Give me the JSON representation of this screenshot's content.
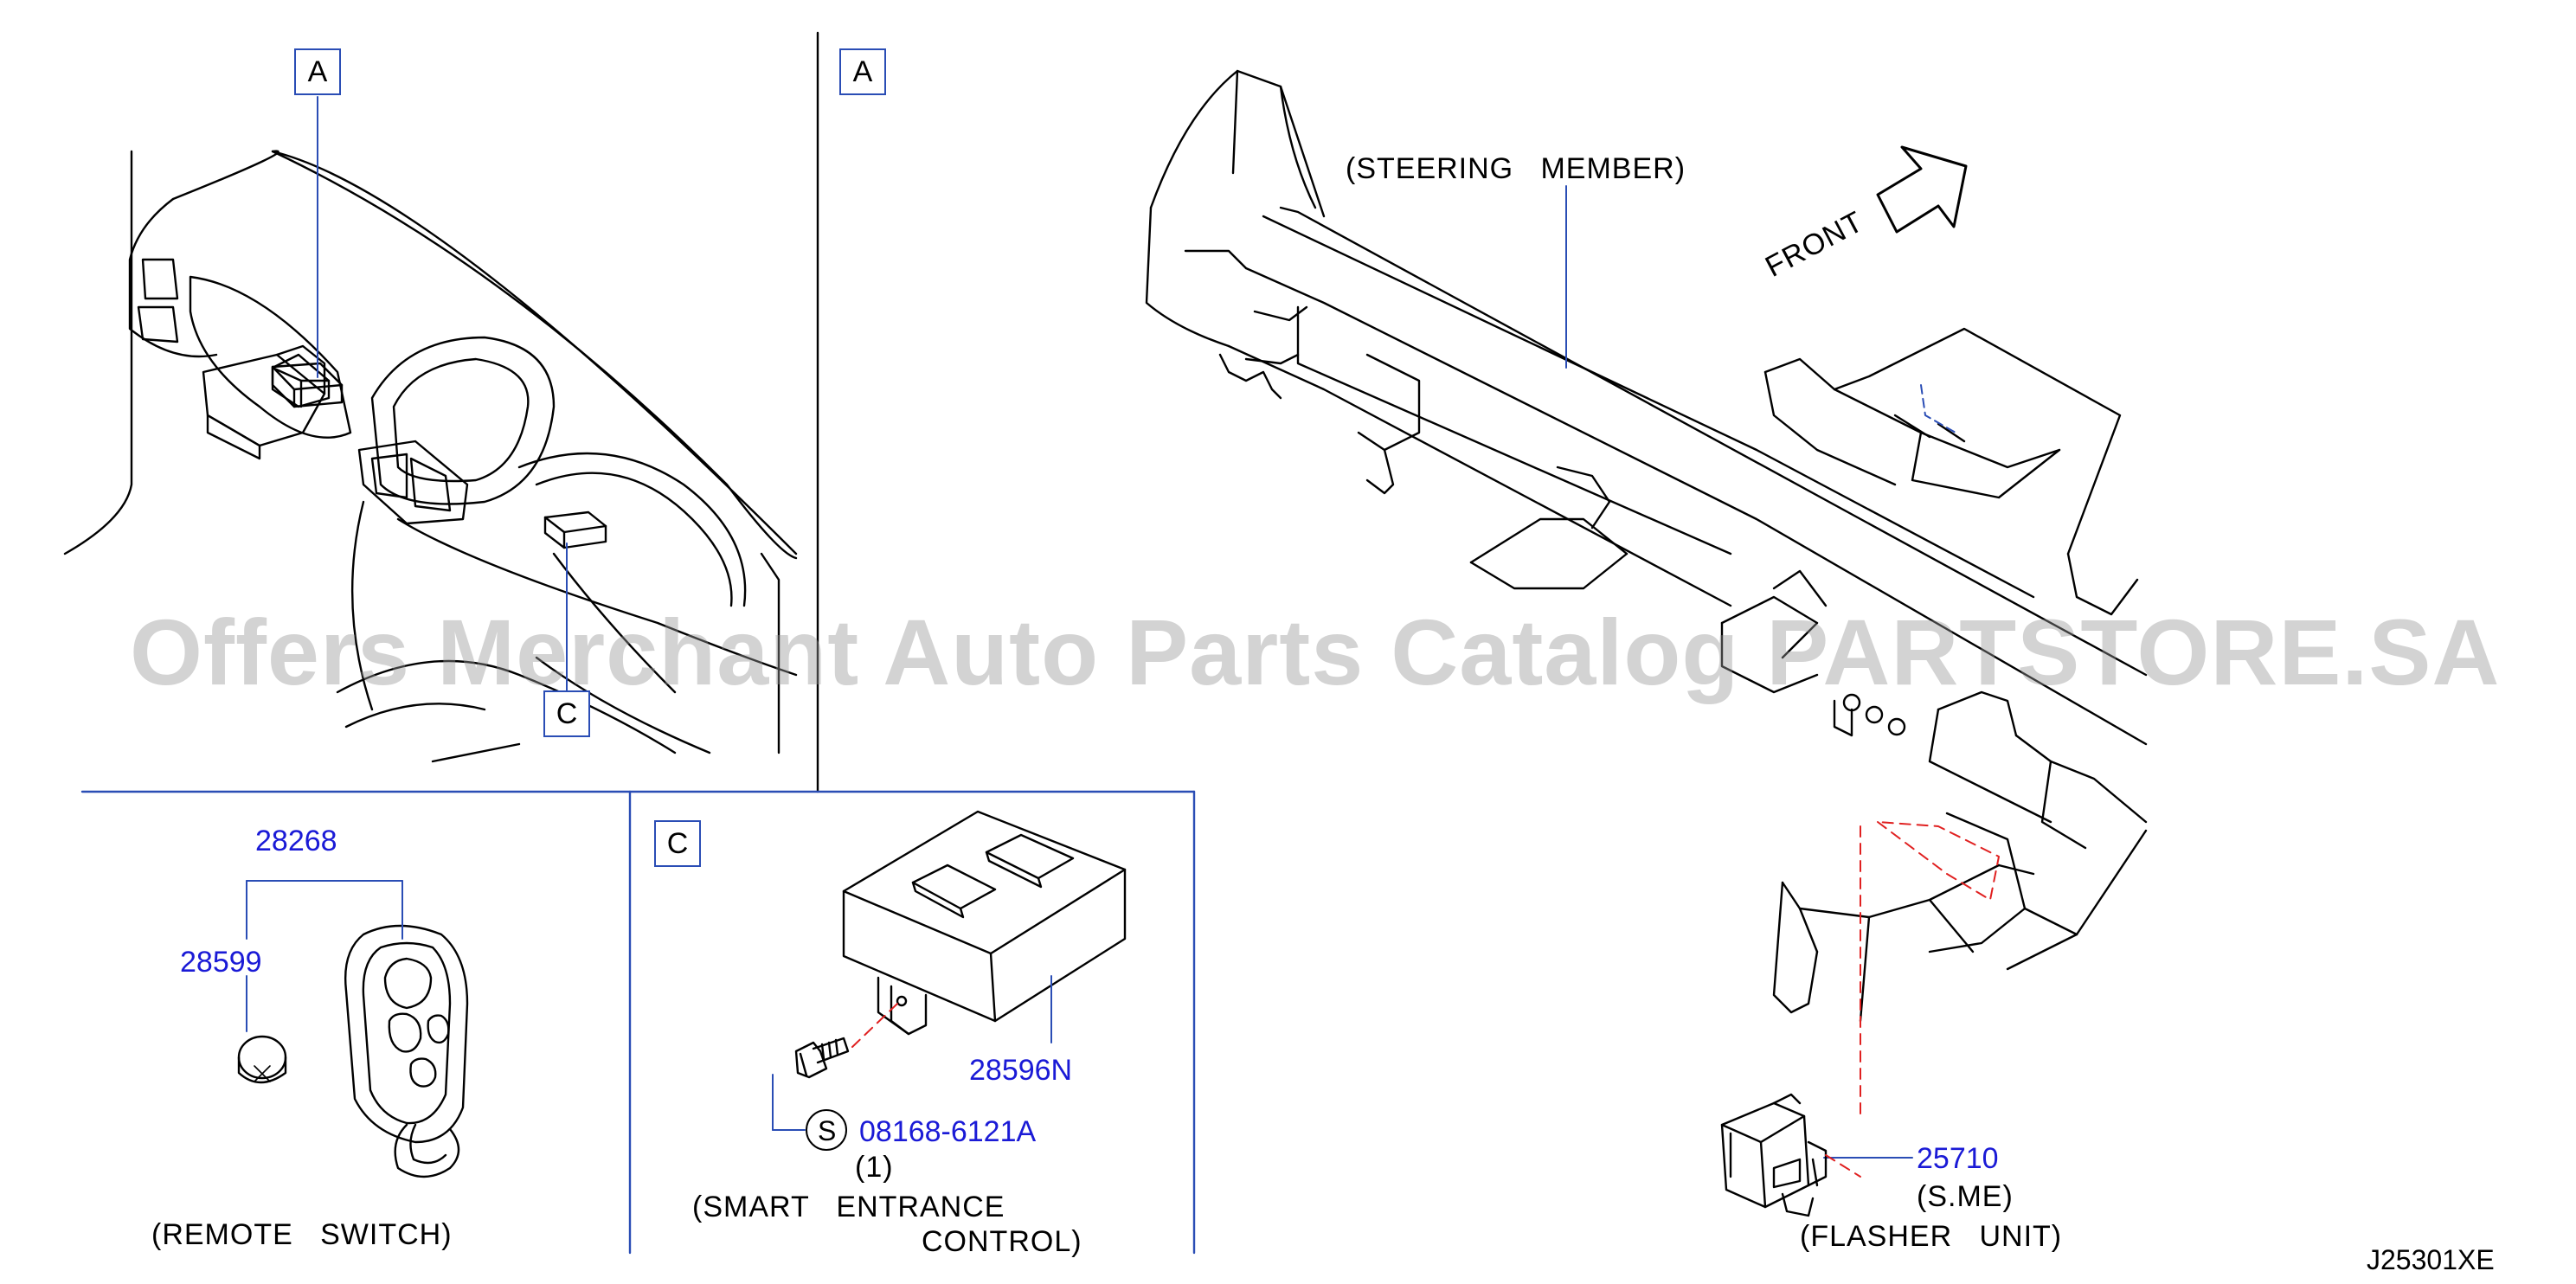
{
  "diagram": {
    "code": "J25301XE",
    "watermark": "Offers Merchant Auto Parts Catalog PARTSTORE.SA",
    "views": {
      "dashboard": {
        "callout_a": "A",
        "callout_c": "C"
      },
      "steering": {
        "callout": "A",
        "member_label": "(STEERING   MEMBER)",
        "front_label": "FRONT",
        "part_number": "25710",
        "part_suffix": "(S.ME)",
        "part_name": "(FLASHER   UNIT)"
      },
      "remote": {
        "part_main": "28268",
        "part_battery": "28599",
        "name": "(REMOTE   SWITCH)"
      },
      "smart_entrance": {
        "callout": "C",
        "part_module": "28596N",
        "bolt_symbol": "S",
        "part_bolt": "08168-6121A",
        "qty": "(1)",
        "name_line1": "(SMART   ENTRANCE",
        "name_line2": "CONTROL)"
      }
    },
    "colors": {
      "line": "#000000",
      "leader": "#2a4db5",
      "part_number": "#1a1ad6",
      "hidden_line": "#e02020"
    }
  }
}
